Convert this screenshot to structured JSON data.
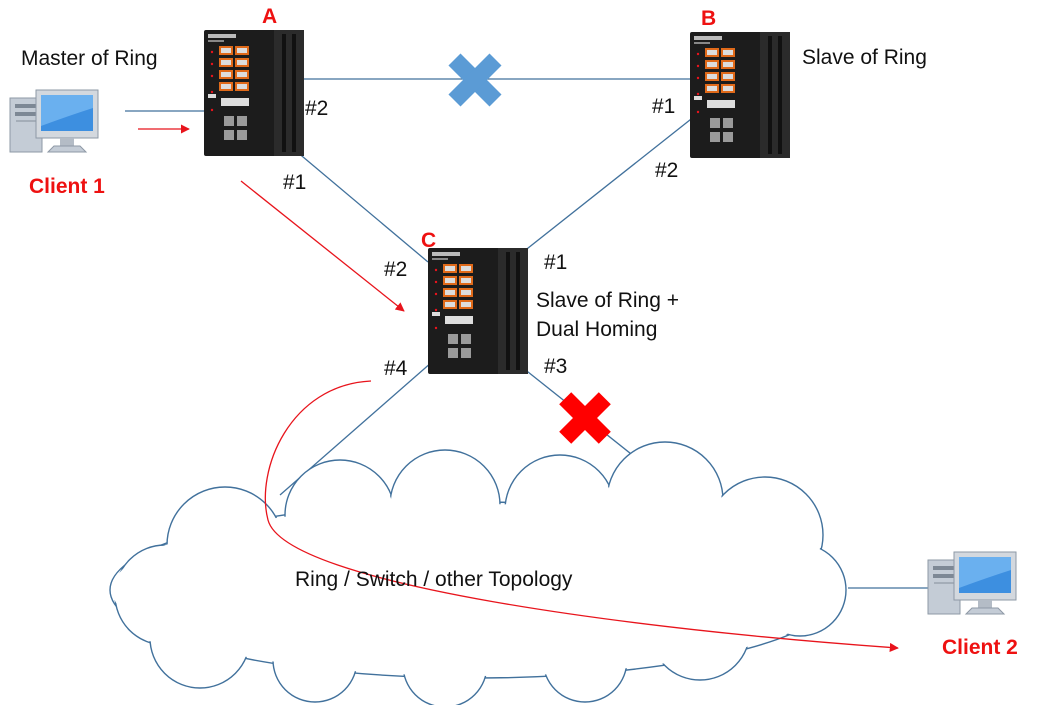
{
  "nodes": {
    "a": {
      "letter": "A"
    },
    "b": {
      "letter": "B",
      "role": "Slave of Ring"
    },
    "c": {
      "letter": "C",
      "role_line1": "Slave of Ring +",
      "role_line2": "Dual Homing"
    }
  },
  "master_label": "Master of Ring",
  "clients": {
    "client1": "Client 1",
    "client2": "Client 2"
  },
  "ports": {
    "a_to_b": "#2",
    "a_to_c": "#1",
    "b_to_a": "#1",
    "b_to_c": "#2",
    "c_to_a": "#2",
    "c_to_b": "#1",
    "c_to_cloud_left": "#4",
    "c_to_cloud_right": "#3"
  },
  "cloud_label": "Ring / Switch / other Topology",
  "colors": {
    "link": "#41719c",
    "path_arrow": "#e8141c",
    "blocked_port": "#5b9bd5",
    "failed_link": "#ff0000",
    "label_red": "#ee1111",
    "switch_body": "#1c1c1c",
    "port_orange": "#e06a1a"
  },
  "icons": {
    "switch": "industrial-switch-icon",
    "computer": "desktop-computer-icon",
    "blocked": "blue-x-icon",
    "failed": "red-x-icon"
  }
}
